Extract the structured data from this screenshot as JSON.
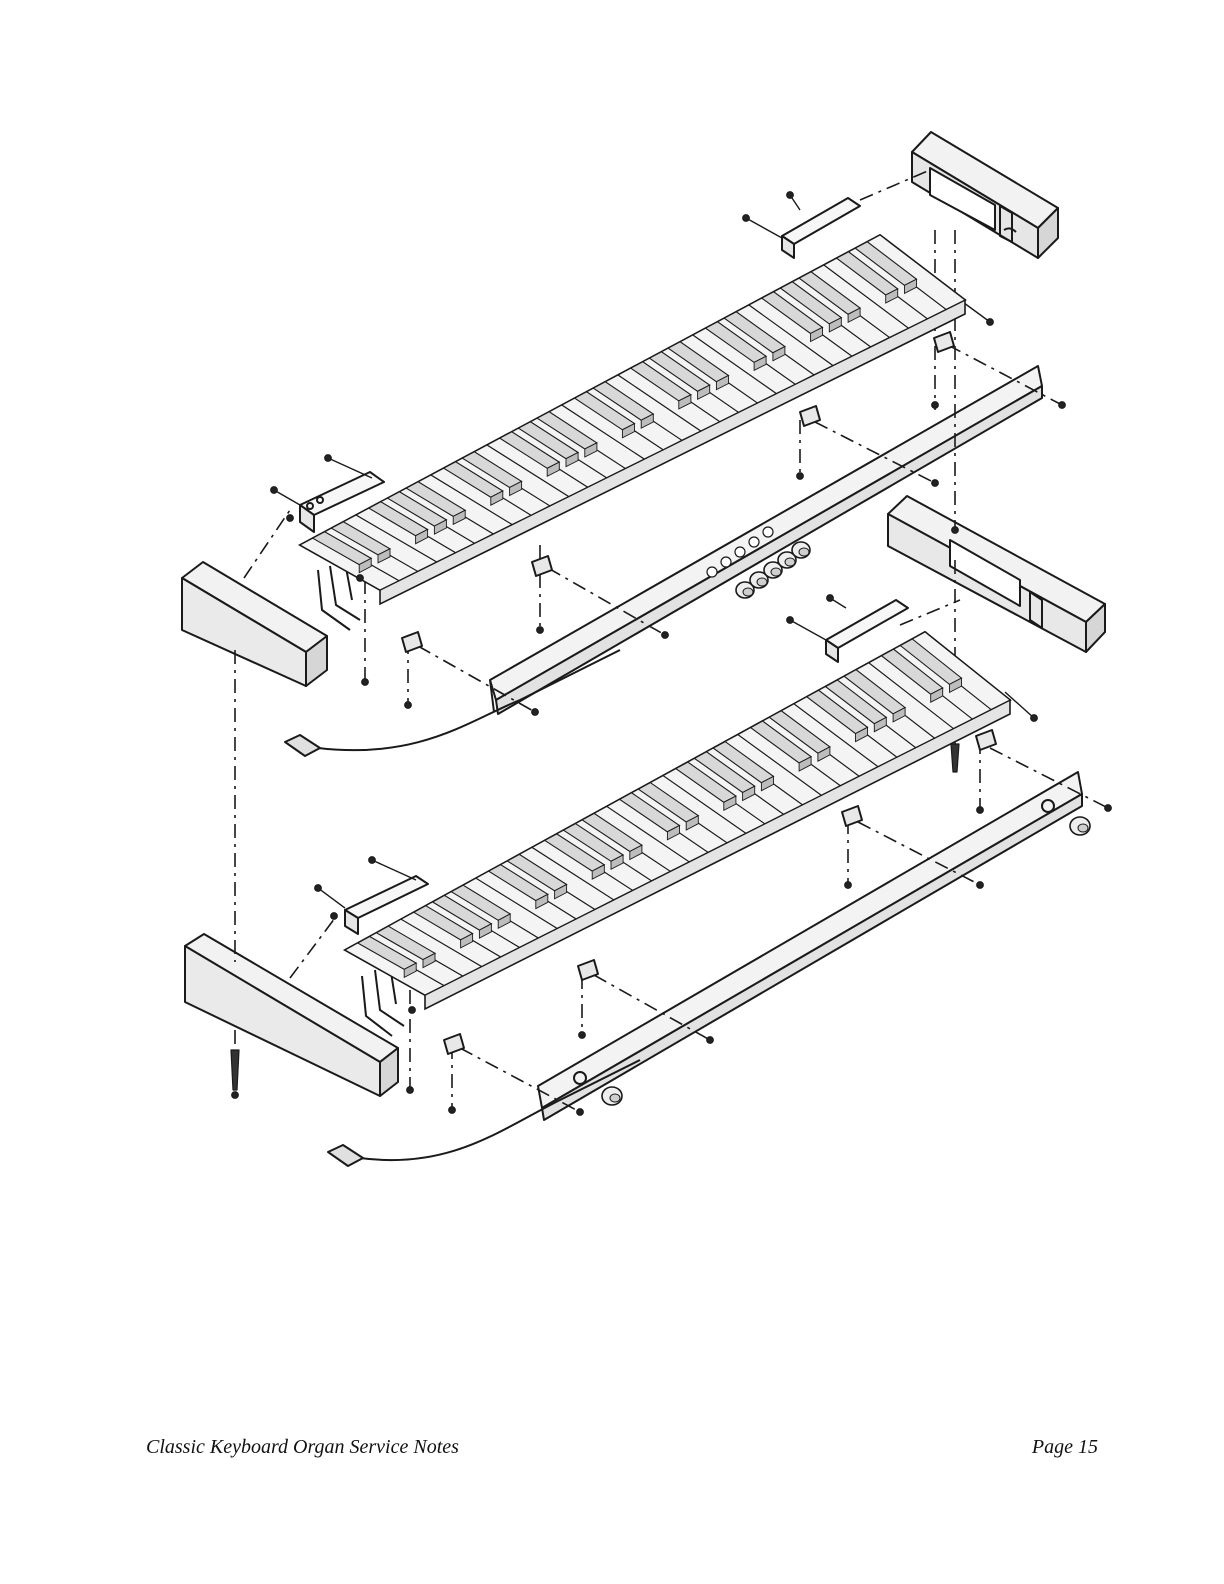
{
  "footer": {
    "title": "Classic Keyboard Organ Service Notes",
    "page": "Page 15"
  },
  "figure": {
    "colors": {
      "ink": "#1a1a1a",
      "key_white": "#f4f4f4",
      "key_black": "#d8d8d8",
      "block_fill": "#efefef"
    },
    "upper_manual": {
      "white_keys": 31
    },
    "lower_manual": {
      "white_keys": 31
    },
    "upper_rail_knobs": 5,
    "lower_rail_knobs": 2
  }
}
